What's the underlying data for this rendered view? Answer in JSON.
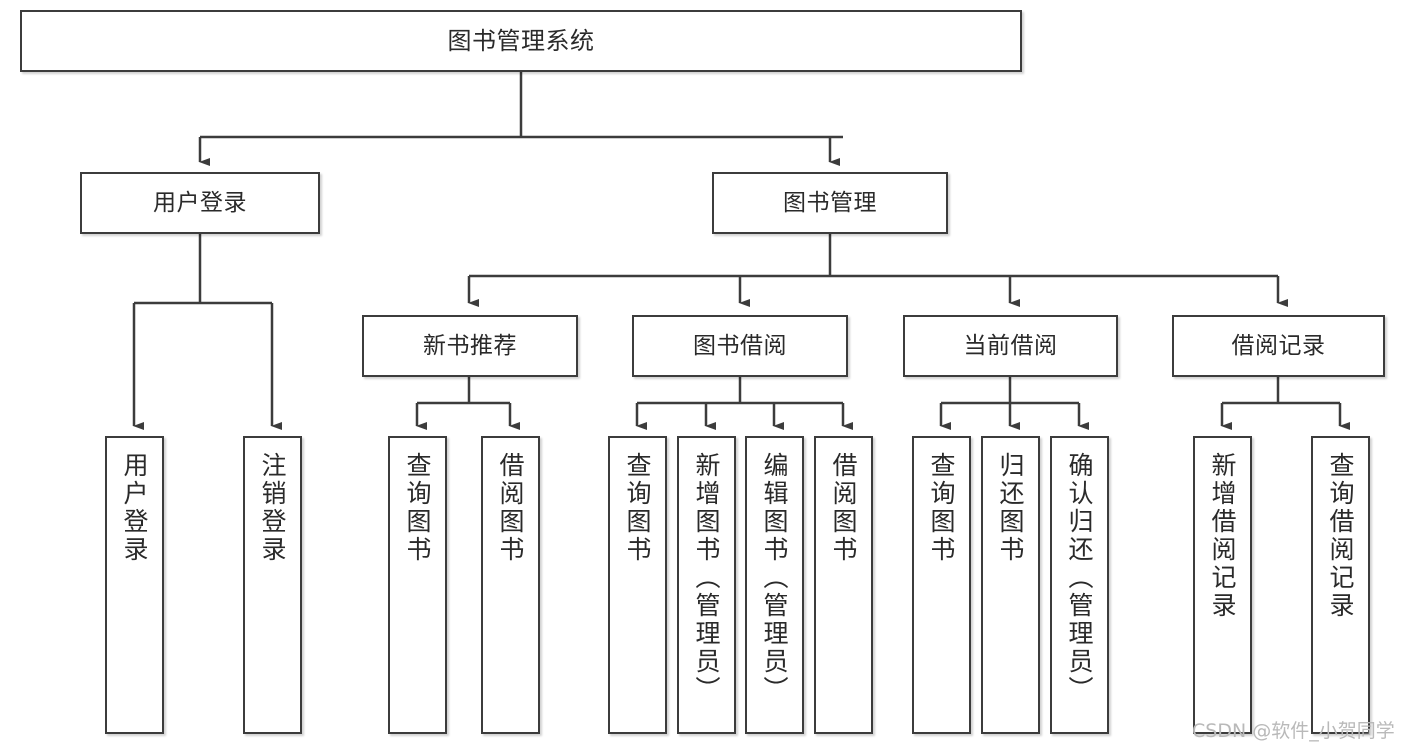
{
  "diagram": {
    "title": "图书管理系统",
    "type": "tree-hierarchy-flowchart",
    "watermark": "CSDN @软件_小贺同学",
    "colors": {
      "box_border": "#3c3c3c",
      "box_fill": "#ffffff",
      "connector": "#3c3c3c",
      "text": "#2a2a2a",
      "watermark": "#b9b9b9"
    },
    "levels": {
      "root": {
        "label": "图书管理系统"
      },
      "level2": [
        {
          "label": "用户登录"
        },
        {
          "label": "图书管理"
        }
      ],
      "level3": [
        {
          "label": "新书推荐"
        },
        {
          "label": "图书借阅"
        },
        {
          "label": "当前借阅"
        },
        {
          "label": "借阅记录"
        }
      ],
      "leaves": {
        "user_login": [
          {
            "label": "用户登录"
          },
          {
            "label": "注销登录"
          }
        ],
        "new_book_recommend": [
          {
            "label": "查询图书"
          },
          {
            "label": "借阅图书"
          }
        ],
        "book_borrow": [
          {
            "label": "查询图书"
          },
          {
            "label": "新增图书（管理员）"
          },
          {
            "label": "编辑图书（管理员）"
          },
          {
            "label": "借阅图书"
          }
        ],
        "current_borrow": [
          {
            "label": "查询图书"
          },
          {
            "label": "归还图书"
          },
          {
            "label": "确认归还（管理员）"
          }
        ],
        "borrow_record": [
          {
            "label": "新增借阅记录"
          },
          {
            "label": "查询借阅记录"
          }
        ]
      }
    }
  }
}
